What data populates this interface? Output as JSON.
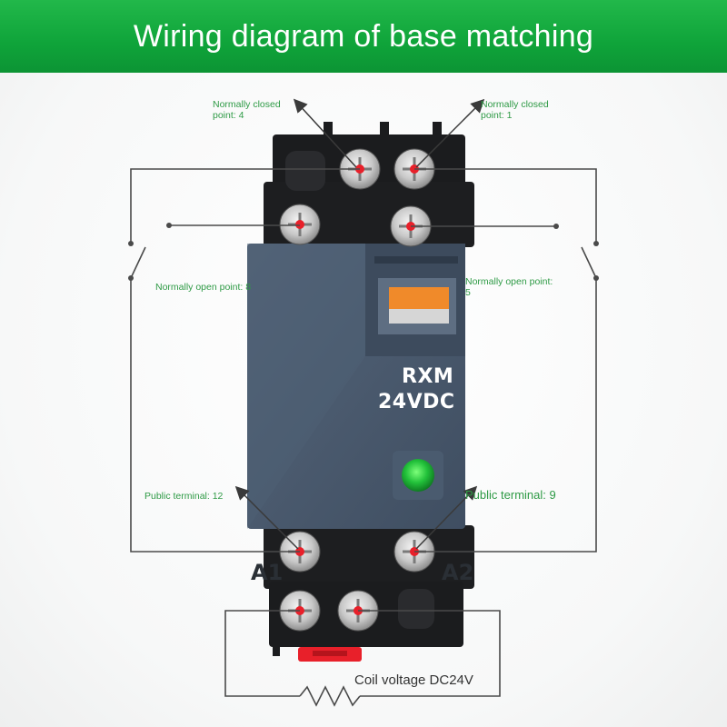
{
  "banner": {
    "title": "Wiring diagram of base matching"
  },
  "labels": {
    "nc_left": "Normally closed\npoint: 4",
    "nc_right": "Normally closed\npoint: 1",
    "no_left": "Normally open point: 8",
    "no_right": "Normally open point:\n5",
    "public_left": "Public terminal: 12",
    "public_right": "Public terminal: 9",
    "a1": "A1",
    "a2": "A2",
    "coil": "Coil voltage DC24V"
  },
  "relay": {
    "model": "RXM",
    "voltage": "24VDC",
    "housing_color": "#4a5a6d",
    "led_color": "#23c03a",
    "flag_color": "#f08a2a"
  },
  "colors": {
    "banner": "#14a83e",
    "label_text": "#2e9a45",
    "terminal_dot": "#e8202a",
    "base": "#1b1c1e"
  }
}
